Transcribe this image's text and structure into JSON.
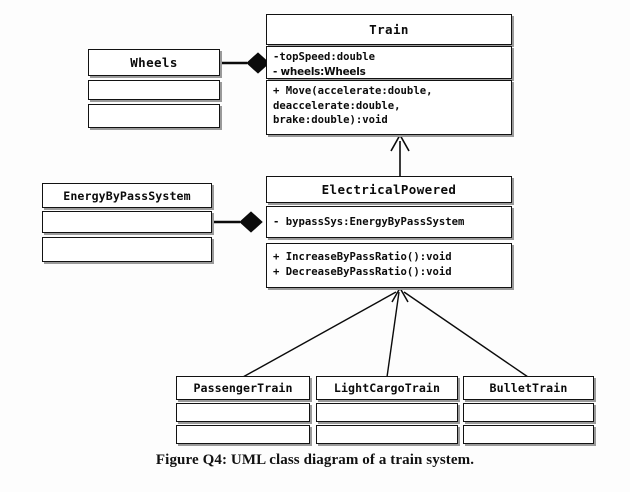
{
  "figure": {
    "caption": "Figure Q4: UML class diagram of a train system.",
    "ink_color": "#0b0b0b",
    "paper_color": "#fdfdfd",
    "shadow_color": "#9a9a9a"
  },
  "classes": {
    "train": {
      "name": "Train",
      "attributes": [
        "-topSpeed:double",
        "- wheels:Wheels"
      ],
      "methods": [
        "+ Move(accelerate:double,",
        "deaccelerate:double,",
        "brake:double):void"
      ]
    },
    "wheels": {
      "name": "Wheels",
      "attributes": [],
      "methods": []
    },
    "energy_bypass_system": {
      "name": "EnergyByPassSystem",
      "attributes": [],
      "methods": []
    },
    "electrical_powered": {
      "name": "ElectricalPowered",
      "attributes": [
        "- bypassSys:EnergyByPassSystem"
      ],
      "methods": [
        "+ IncreaseByPassRatio():void",
        "+ DecreaseByPassRatio():void"
      ]
    },
    "passenger_train": {
      "name": "PassengerTrain",
      "attributes": [],
      "methods": []
    },
    "light_cargo_train": {
      "name": "LightCargoTrain",
      "attributes": [],
      "methods": []
    },
    "bullet_train": {
      "name": "BulletTrain",
      "attributes": [],
      "methods": []
    }
  },
  "relationships": [
    {
      "type": "composition",
      "whole": "Train",
      "part": "Wheels",
      "marker": "filled-diamond"
    },
    {
      "type": "composition",
      "whole": "ElectricalPowered",
      "part": "EnergyByPassSystem",
      "marker": "filled-diamond"
    },
    {
      "type": "generalization",
      "child": "ElectricalPowered",
      "parent": "Train",
      "marker": "hollow-triangle"
    },
    {
      "type": "generalization",
      "child": "PassengerTrain",
      "parent": "ElectricalPowered",
      "marker": "hollow-triangle"
    },
    {
      "type": "generalization",
      "child": "LightCargoTrain",
      "parent": "ElectricalPowered",
      "marker": "hollow-triangle"
    },
    {
      "type": "generalization",
      "child": "BulletTrain",
      "parent": "ElectricalPowered",
      "marker": "hollow-triangle"
    }
  ]
}
